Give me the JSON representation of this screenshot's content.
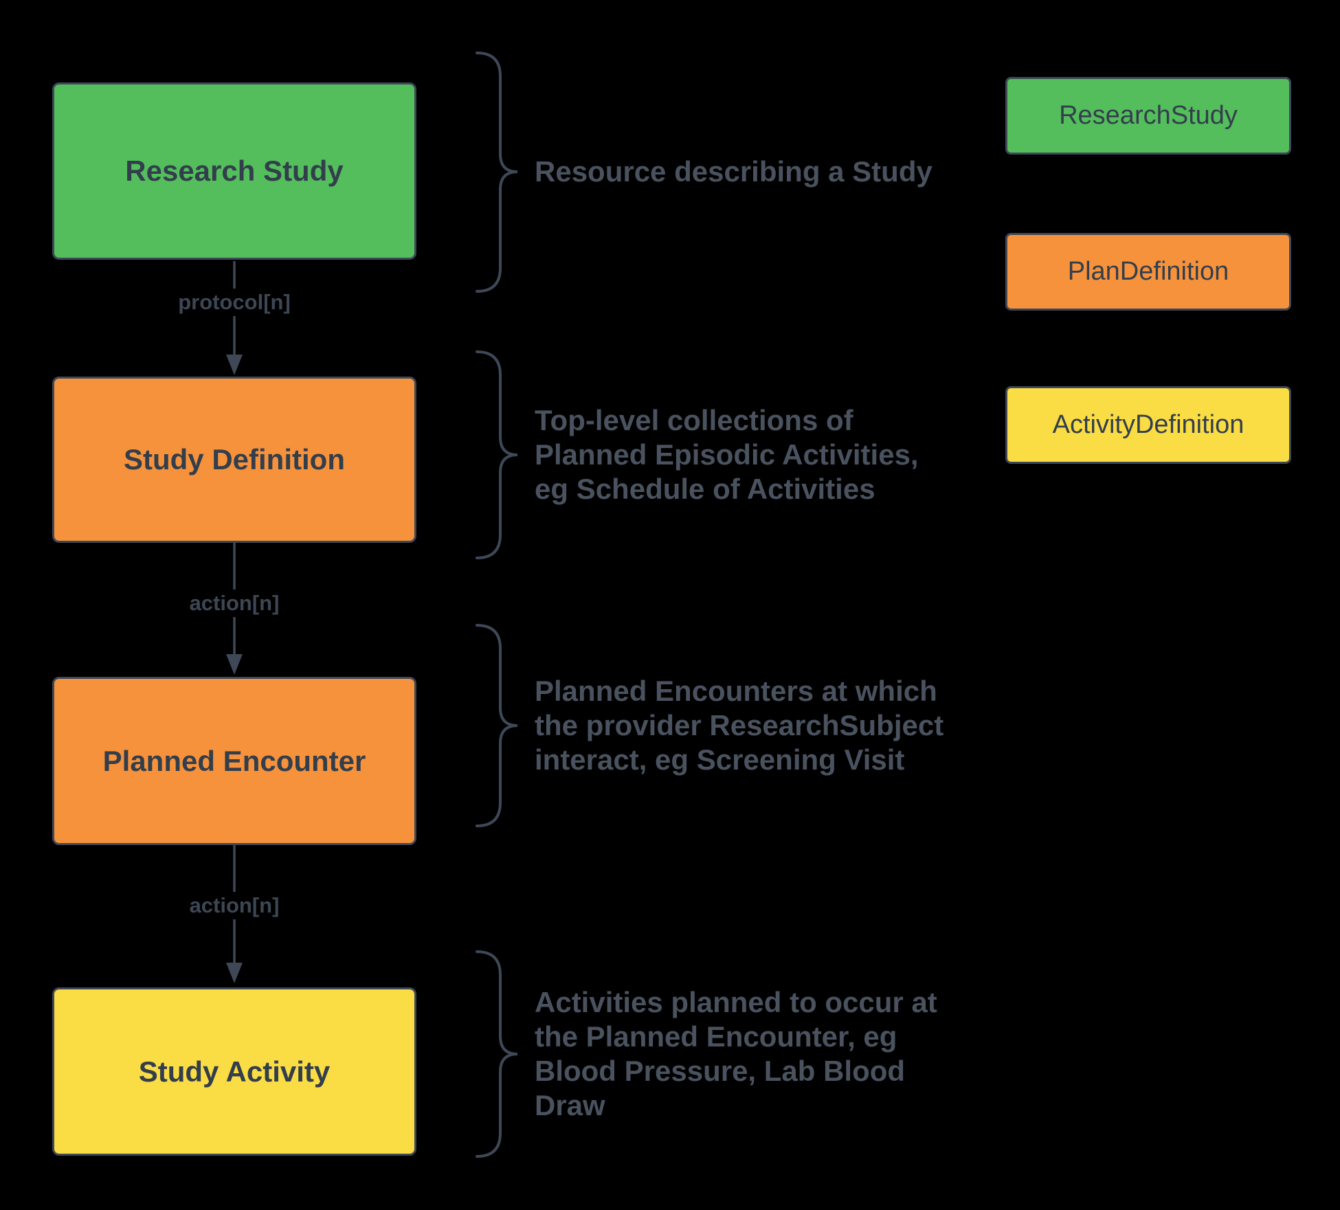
{
  "colors": {
    "green": "#53BE5B",
    "orange": "#F6923B",
    "yellow": "#FADC44",
    "stroke": "#3E4857",
    "node_text": "#333E4C",
    "description_text": "#49525E",
    "connector_text": "#3D4754",
    "background": "#000000"
  },
  "flow": {
    "nodes": [
      {
        "id": "research-study",
        "label": "Research Study",
        "color": "green"
      },
      {
        "id": "study-definition",
        "label": "Study Definition",
        "color": "orange"
      },
      {
        "id": "planned-encounter",
        "label": "Planned Encounter",
        "color": "orange"
      },
      {
        "id": "study-activity",
        "label": "Study Activity",
        "color": "yellow"
      }
    ],
    "connectors": [
      {
        "label": "protocol[n]"
      },
      {
        "label": "action[n]"
      },
      {
        "label": "action[n]"
      }
    ],
    "annotations": [
      {
        "text": "Resource describing a Study"
      },
      {
        "text": "Top-level collections of\nPlanned Episodic Activities,\neg Schedule of Activities"
      },
      {
        "text": "Planned Encounters at which\nthe provider ResearchSubject\ninteract, eg Screening Visit"
      },
      {
        "text": "Activities planned to occur at\nthe Planned Encounter, eg\nBlood Pressure, Lab Blood\nDraw"
      }
    ]
  },
  "legend": {
    "items": [
      {
        "label": "ResearchStudy",
        "color": "green"
      },
      {
        "label": "PlanDefinition",
        "color": "orange"
      },
      {
        "label": "ActivityDefinition",
        "color": "yellow"
      }
    ]
  }
}
